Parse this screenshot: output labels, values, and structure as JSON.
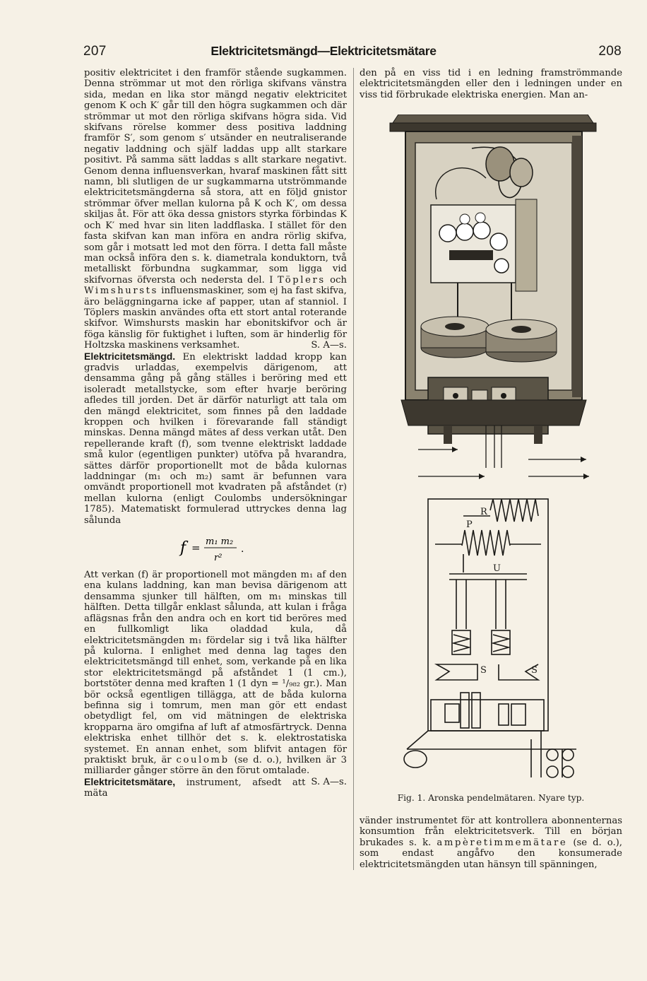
{
  "header": {
    "page_left": "207",
    "title": "Elektricitetsmängd—Elektricitetsmätare",
    "page_right": "208"
  },
  "left_column": {
    "p1": "positiv elektricitet i den framför stående sugkammen. Denna strömmar ut mot den rörliga skifvans vänstra sida, medan en lika stor mängd negativ elektricitet genom K och K′ går till den högra sugkammen och där strömmar ut mot den rörliga skifvans högra sida. Vid skifvans rörelse kommer dess positiva laddning framför S′, som genom s′ utsänder en neutraliserande negativ laddning och själf laddas upp allt starkare positivt. På samma sätt laddas s allt starkare negativt. Genom denna influensverkan, hvaraf maskinen fått sitt namn, bli slutligen de ur sugkammarna utströmmande elektricitetsmängderna så stora, att en följd gnistor strömmar öfver mellan kulorna på K och K′, om dessa skiljas åt. För att öka dessa gnistors styrka förbindas K och K′ med hvar sin liten laddflaska. I stället för den fasta skifvan kan man införa en andra rörlig skifva, som går i motsatt led mot den förra. I detta fall måste man också införa den s. k. diametrala konduktorn, två metalliskt förbundna sugkammar, som ligga vid skifvornas öfversta och nedersta del. I ",
    "p1_spaced_1": "Töplers",
    "p1_och": " och ",
    "p1_spaced_2": "Wimshursts",
    "p1_end": " influensmaskiner, som ej ha fast skifva, äro beläggningarna icke af papper, utan af stanniol. I Töplers maskin användes ofta ett stort antal roterande skifvor. Wimshursts maskin har ebonitskifvor och är föga känslig för fuktighet i luften, som är hinderlig för Holtzska maskinens verksamhet.",
    "sig1": "S. A—s.",
    "h2": "Elektricitetsmängd.",
    "p2": " En elektriskt laddad kropp kan gradvis urladdas, exempelvis därigenom, att densamma gång på gång ställes i beröring med ett isoleradt metallstycke, som efter hvarje beröring afledes till jorden. Det är därför naturligt att tala om den mängd elektricitet, som finnes på den laddade kroppen och hvilken i förevarande fall ständigt minskas. Denna mängd mätes af dess verkan utåt. Den repellerande kraft (f), som tvenne elektriskt laddade små kulor (egentligen punkter) utöfva på hvarandra, sättes därför proportionellt mot de båda kulornas laddningar (m₁ och m₂) samt är befunnen vara omvändt proportionell mot kvadraten på afståndet (r) mellan kulorna (enligt Coulombs undersökningar 1785). Matematiskt formulerad uttryckes denna lag sålunda",
    "formula_f": "f",
    "formula_eq": "=",
    "formula_num": "m₁ m₂",
    "formula_den": "r²",
    "formula_dot": ".",
    "p3": "Att verkan (f) är proportionell mot mängden m₁ af den ena kulans laddning, kan man bevisa därigenom att densamma sjunker till hälften, om m₁ minskas till hälften. Detta tillgår enklast sålunda, att kulan i fråga aflägsnas från den andra och en kort tid beröres med en fullkomligt lika oladdad kula, då elektricitetsmängden m₁ fördelar sig i två lika hälfter på kulorna. I enlighet med denna lag tages den elektricitetsmängd till enhet, som, verkande på en lika stor elektricitetsmängd på afståndet 1 (1 cm.), bortstöter denna med kraften 1 (1 dyn = ¹/₉₈₂ gr.). Man bör också egentligen tillägga, att de båda kulorna befinna sig i tomrum, men man gör ett endast obetydligt fel, om vid mätningen de elektriska kropparna äro omgifna af luft af atmosfärtryck. Denna elektriska enhet tillhör det s. k. elektrostatiska systemet. En annan enhet, som blifvit antagen för praktiskt bruk, är ",
    "p3_spaced": "coulomb",
    "p3_end": " (se d. o.), hvilken är 3 milliarder gånger större än den förut omtalade.",
    "sig2": "S. A—s.",
    "h3": "Elektricitetsmätare,",
    "p4": " instrument, afsedt att mäta"
  },
  "right_column": {
    "top": "den på en viss tid i en ledning framströmmande elektricitetsmängden eller den i ledningen under en viss tid förbrukade elektriska energien. Man an-",
    "caption": "Fig. 1.  Aronska pendelmätaren.  Nyare typ.",
    "bottom_1": "vänder instrumentet för att kontrollera abonnenternas konsumtion från elektricitetsverk. Till en början brukades s. k. ",
    "bottom_spaced": "ampèretimmemätare",
    "bottom_2": " (se d. o.), som endast angåfvo den konsumerade elektricitetsmängden utan hänsyn till spänningen,"
  },
  "figure_labels": {
    "R": "R",
    "P": "P",
    "U": "U",
    "S1": "S",
    "S2": "S"
  },
  "colors": {
    "paper": "#f6f1e6",
    "ink": "#1b1a17"
  }
}
